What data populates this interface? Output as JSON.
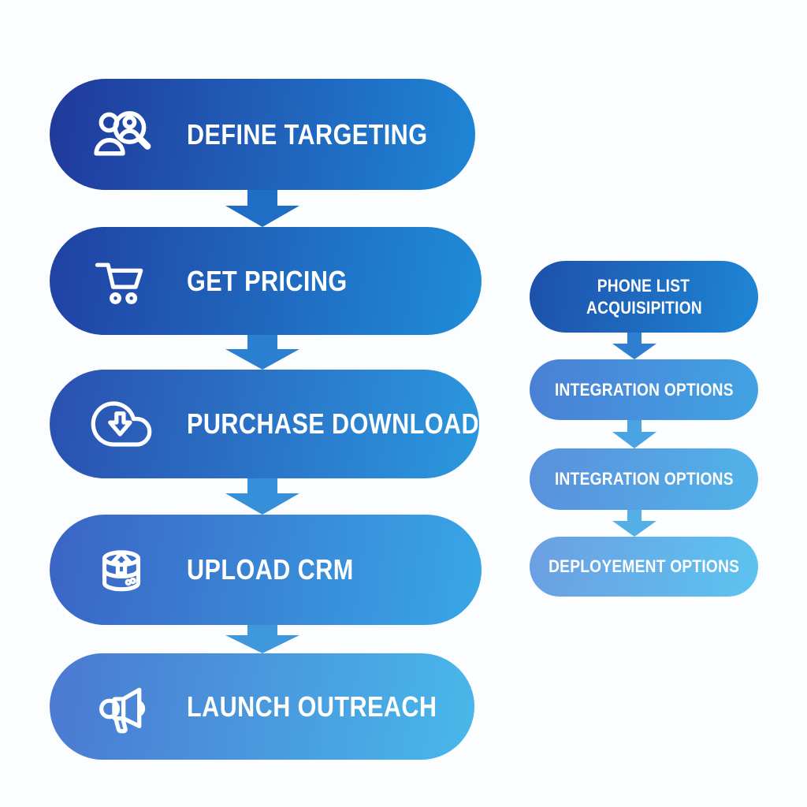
{
  "diagram": {
    "type": "flowchart",
    "background": "#fcfdff",
    "text_color": "#ffffff",
    "left_flow": {
      "steps": [
        {
          "label": "DEFINE TARGETING",
          "icon": "audience-search-icon",
          "gradient": [
            "#20399b",
            "#1f86d6"
          ]
        },
        {
          "label": "GET PRICING",
          "icon": "shopping-cart-icon",
          "gradient": [
            "#2041a3",
            "#1f8dd9"
          ]
        },
        {
          "label": "PURCHASE DOWNLOAD",
          "icon": "cloud-download-icon",
          "gradient": [
            "#2a50b0",
            "#2b98de"
          ]
        },
        {
          "label": "UPLOAD CRM",
          "icon": "database-upload-icon",
          "gradient": [
            "#3b64c5",
            "#38a7e6"
          ]
        },
        {
          "label": "LAUNCH OUTREACH",
          "icon": "megaphone-icon",
          "gradient": [
            "#4b79d1",
            "#48b8ea"
          ]
        }
      ],
      "connector": "arrow-down-icon",
      "arrow_colors": [
        "#1e6ec5",
        "#2a7fd0",
        "#3590d9",
        "#3f97dc"
      ]
    },
    "right_flow": {
      "steps": [
        {
          "label": "PHONE LIST ACQUISIPITION",
          "line1": "PHONE LIST",
          "line2": "ACQUISIPITION",
          "gradient": [
            "#1d50ab",
            "#1f86d5"
          ]
        },
        {
          "label": "INTEGRATION OPTIONS",
          "gradient": [
            "#4a80d5",
            "#42a3e3"
          ]
        },
        {
          "label": "INTEGRATION OPTIONS",
          "gradient": [
            "#5a90dc",
            "#51b3e9"
          ]
        },
        {
          "label": "DEPLOYEMENT OPTIONS",
          "gradient": [
            "#6c9fe3",
            "#5cc3f0"
          ]
        }
      ],
      "connector": "arrow-down-icon",
      "arrow_colors": [
        "#2f7fd0",
        "#4aa3e2",
        "#55afe7"
      ]
    }
  }
}
